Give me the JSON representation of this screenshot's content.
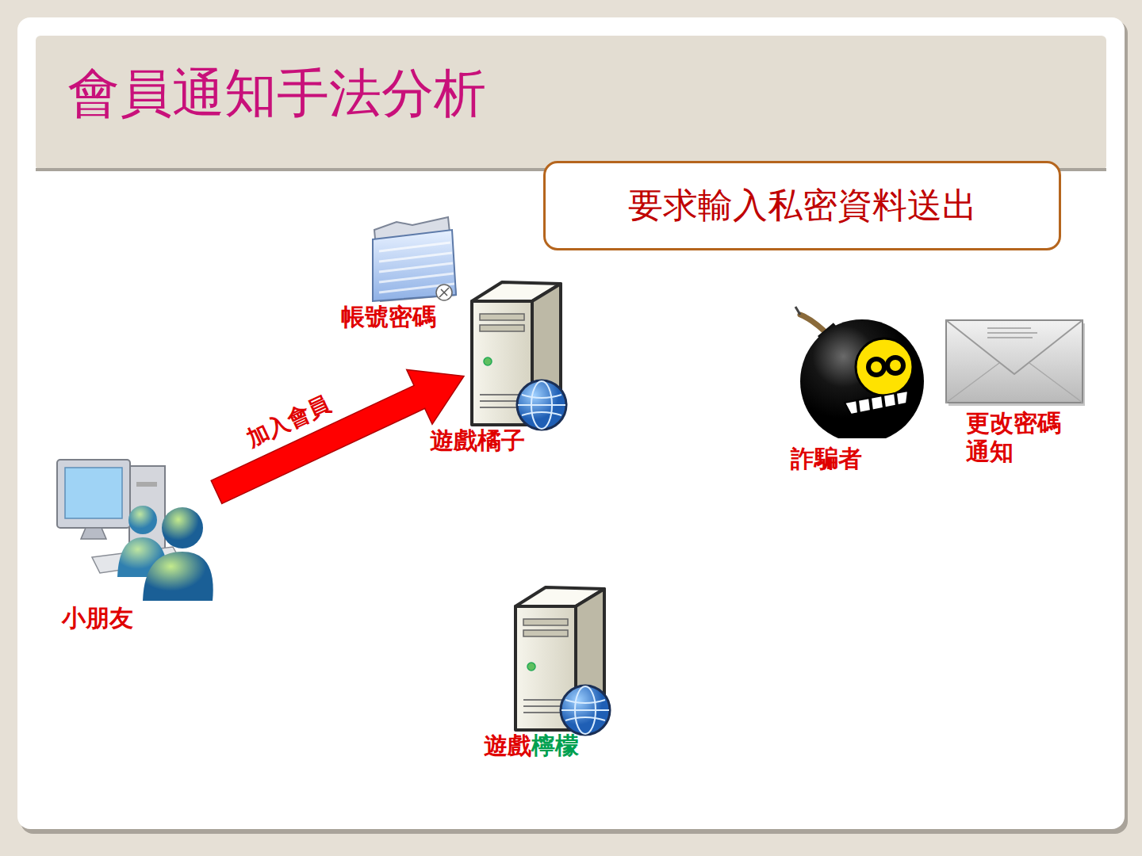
{
  "diagram": {
    "title": "會員通知手法分析",
    "nodes": [
      {
        "text": [
          "要求輸入私密資料送出"
        ]
      },
      {
        "text": [
          "帳號密碼"
        ]
      },
      {
        "text": [
          "遊戲橘子"
        ]
      },
      {
        "text": [
          "詐騙者"
        ]
      },
      {
        "text": [
          "更改密碼 通知"
        ]
      },
      {
        "text": [
          "小朋友"
        ]
      },
      {
        "text": [
          "遊戲",
          "檸檬"
        ]
      }
    ],
    "edges": [
      {
        "from": 5,
        "to": 2,
        "arrow": "to",
        "label": "加入會員"
      }
    ]
  }
}
